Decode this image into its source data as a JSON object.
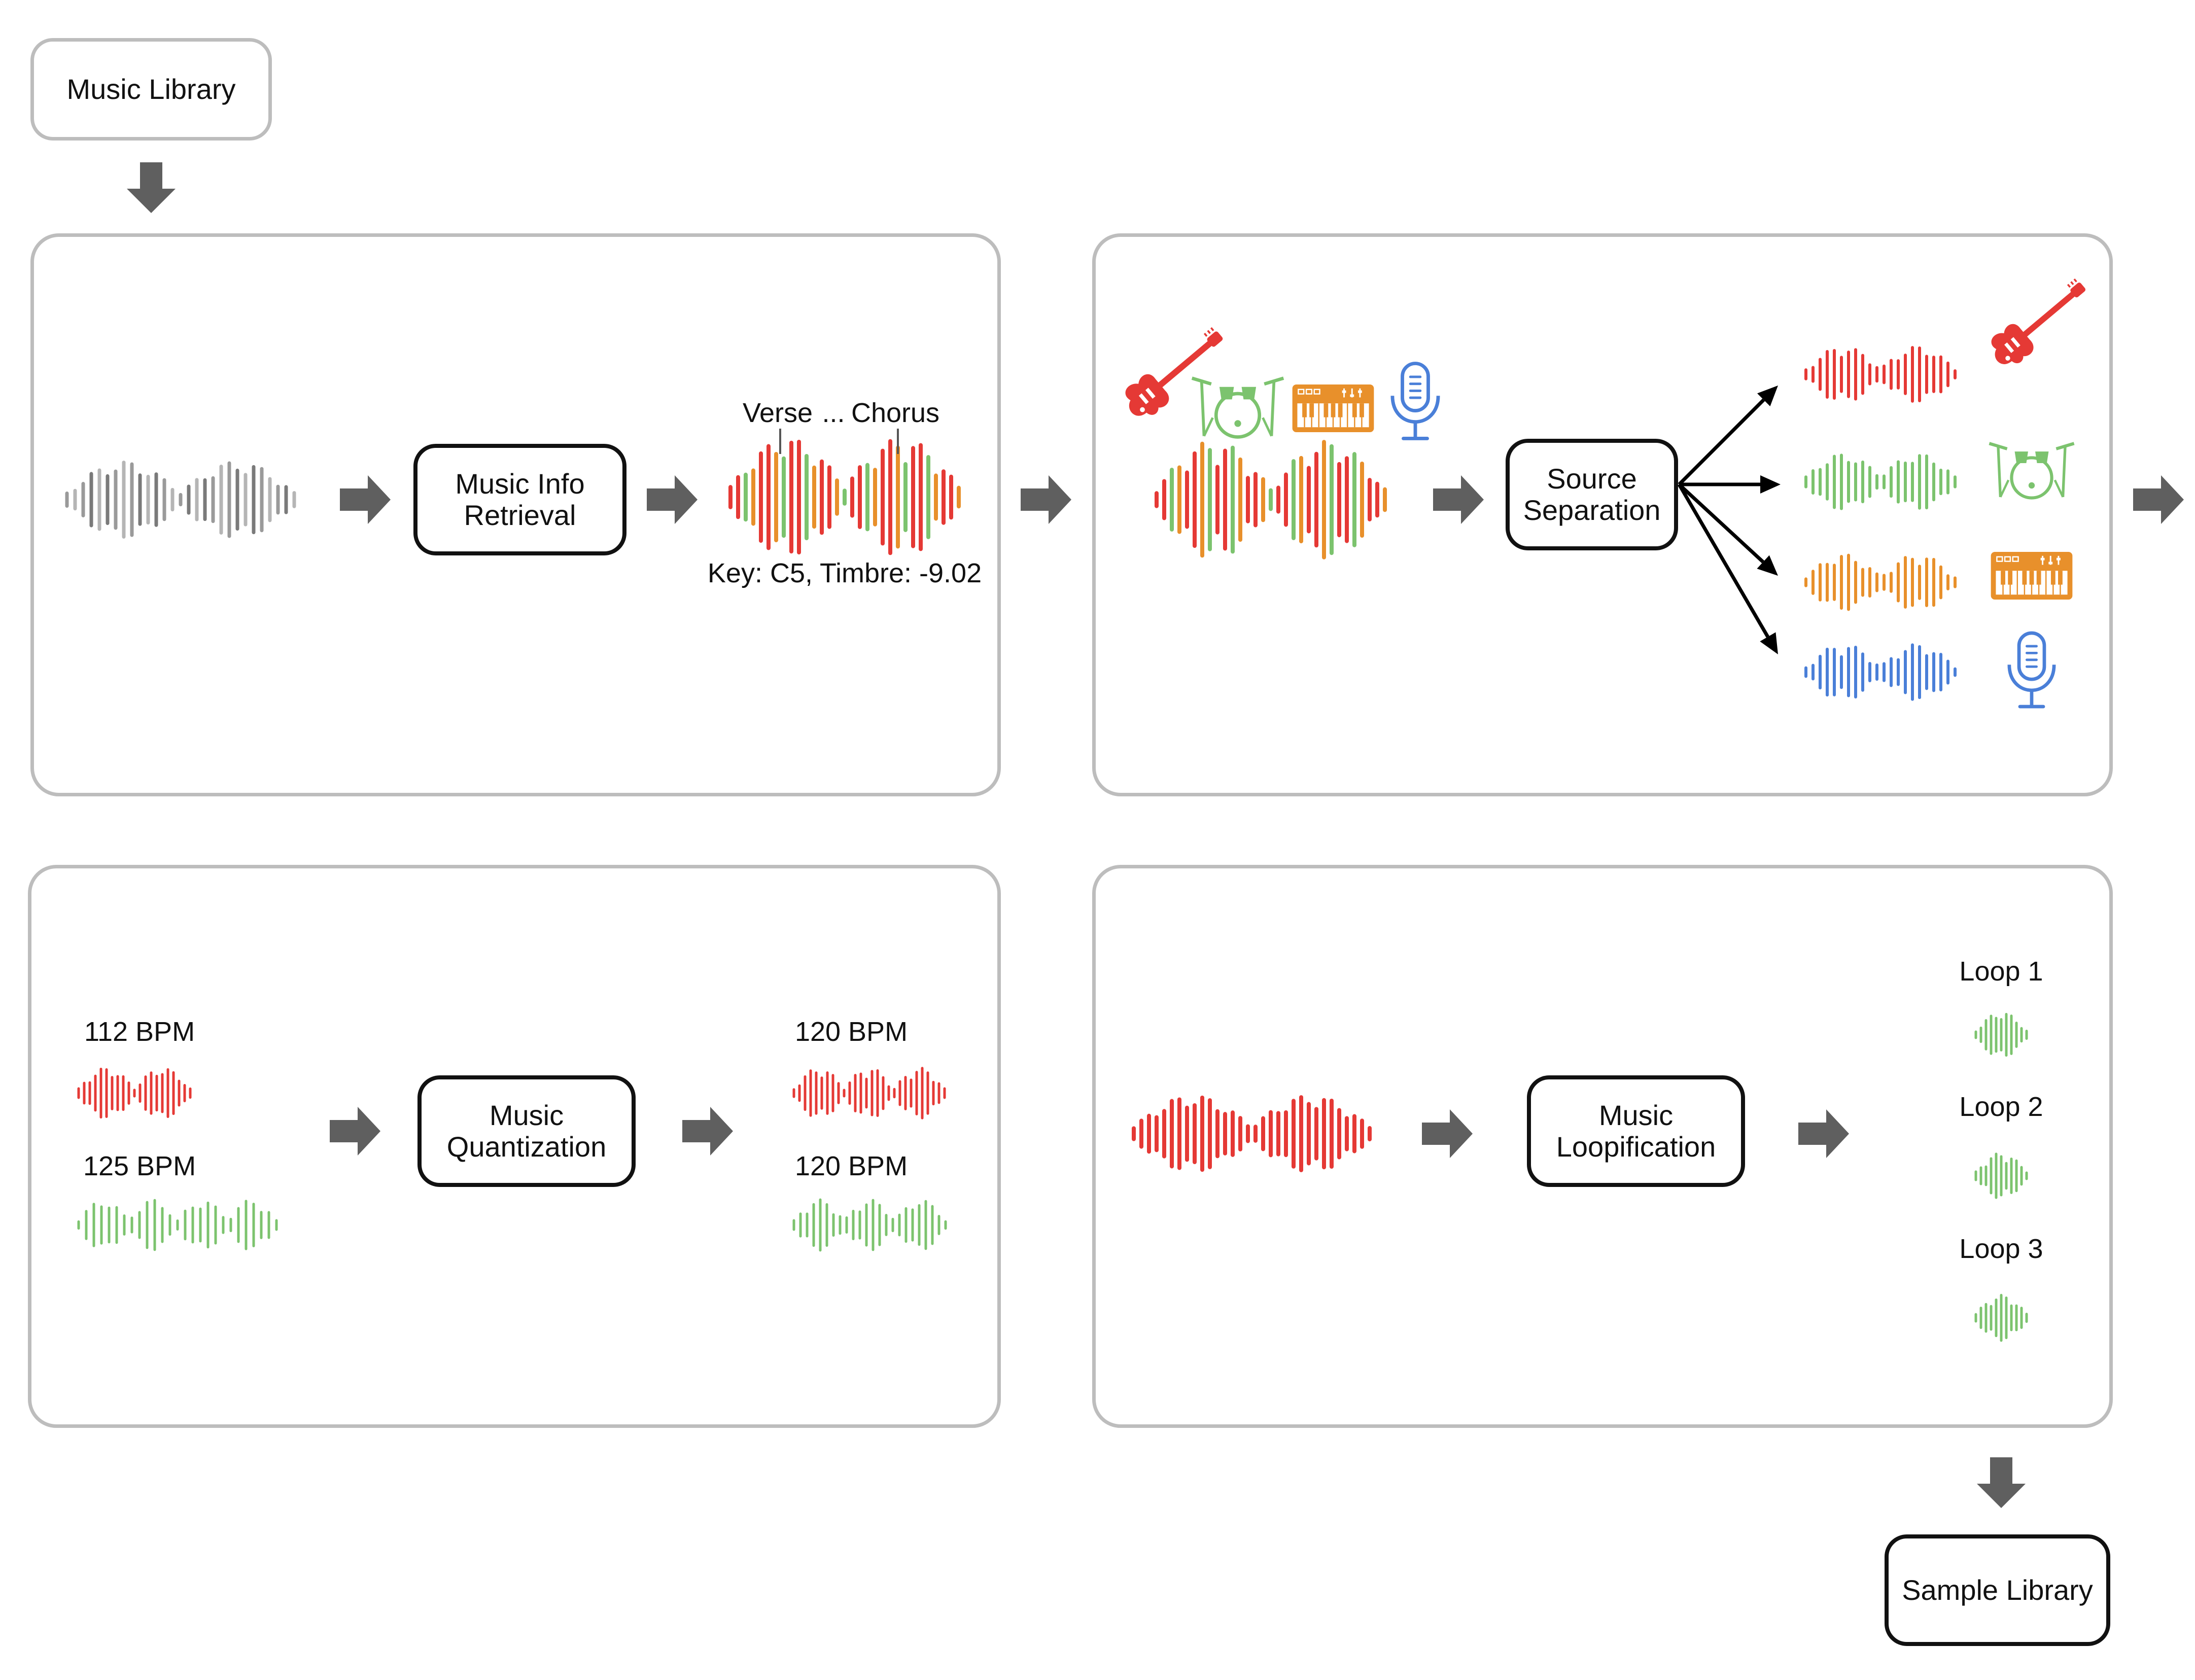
{
  "colors": {
    "gray": "#8c8c8c",
    "red": "#e53935",
    "green": "#7cc36e",
    "orange": "#e8902b",
    "blue": "#4a7fd8",
    "arrow": "#5f5f5f",
    "border": "#bdbdbd",
    "text": "#111111"
  },
  "top": {
    "start": "Music Library",
    "end": "Sample Library"
  },
  "stages": {
    "mir": {
      "box": "Music Info\nRetrieval",
      "verse": "Verse",
      "ellipsis": "...",
      "chorus": "Chorus",
      "meta": "Key: C5, Timbre: -9.02"
    },
    "sep": {
      "box": "Source\nSeparation",
      "instruments": [
        "guitar-icon",
        "drums-icon",
        "keyboard-icon",
        "microphone-icon"
      ]
    },
    "quant": {
      "box": "Music\nQuantization",
      "in_bpm": [
        "112 BPM",
        "125 BPM"
      ],
      "out_bpm": [
        "120 BPM",
        "120 BPM"
      ]
    },
    "loop": {
      "box": "Music\nLoopification",
      "loops": [
        "Loop 1",
        "Loop 2",
        "Loop 3"
      ]
    }
  }
}
